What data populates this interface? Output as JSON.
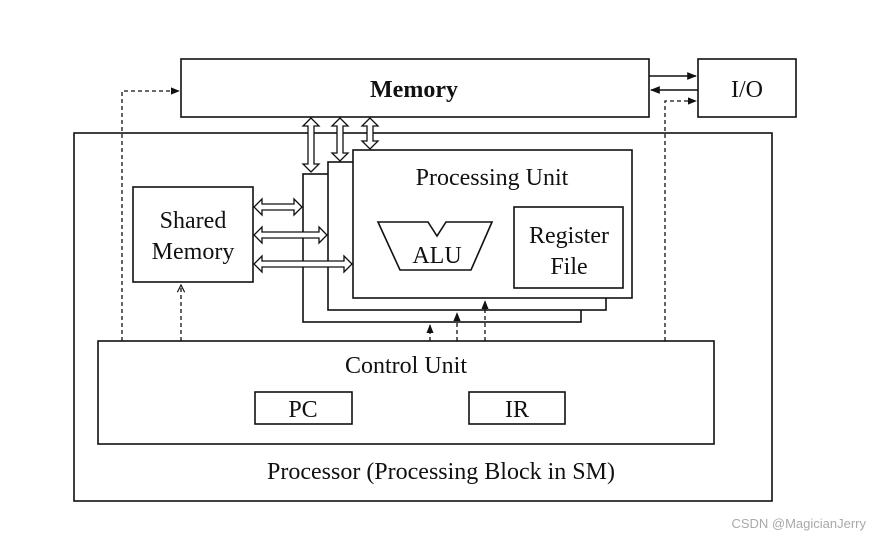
{
  "labels": {
    "memory": "Memory",
    "io": "I/O",
    "processing_unit": "Processing Unit",
    "alu": "ALU",
    "register_file_line1": "Register",
    "register_file_line2": "File",
    "shared_memory_line1": "Shared",
    "shared_memory_line2": "Memory",
    "control_unit": "Control Unit",
    "pc": "PC",
    "ir": "IR",
    "processor": "Processor (Processing Block in SM)"
  },
  "watermark": "CSDN @MagicianJerry",
  "colors": {
    "line": "#111111",
    "background": "#ffffff",
    "watermark": "#a9a9a9"
  }
}
